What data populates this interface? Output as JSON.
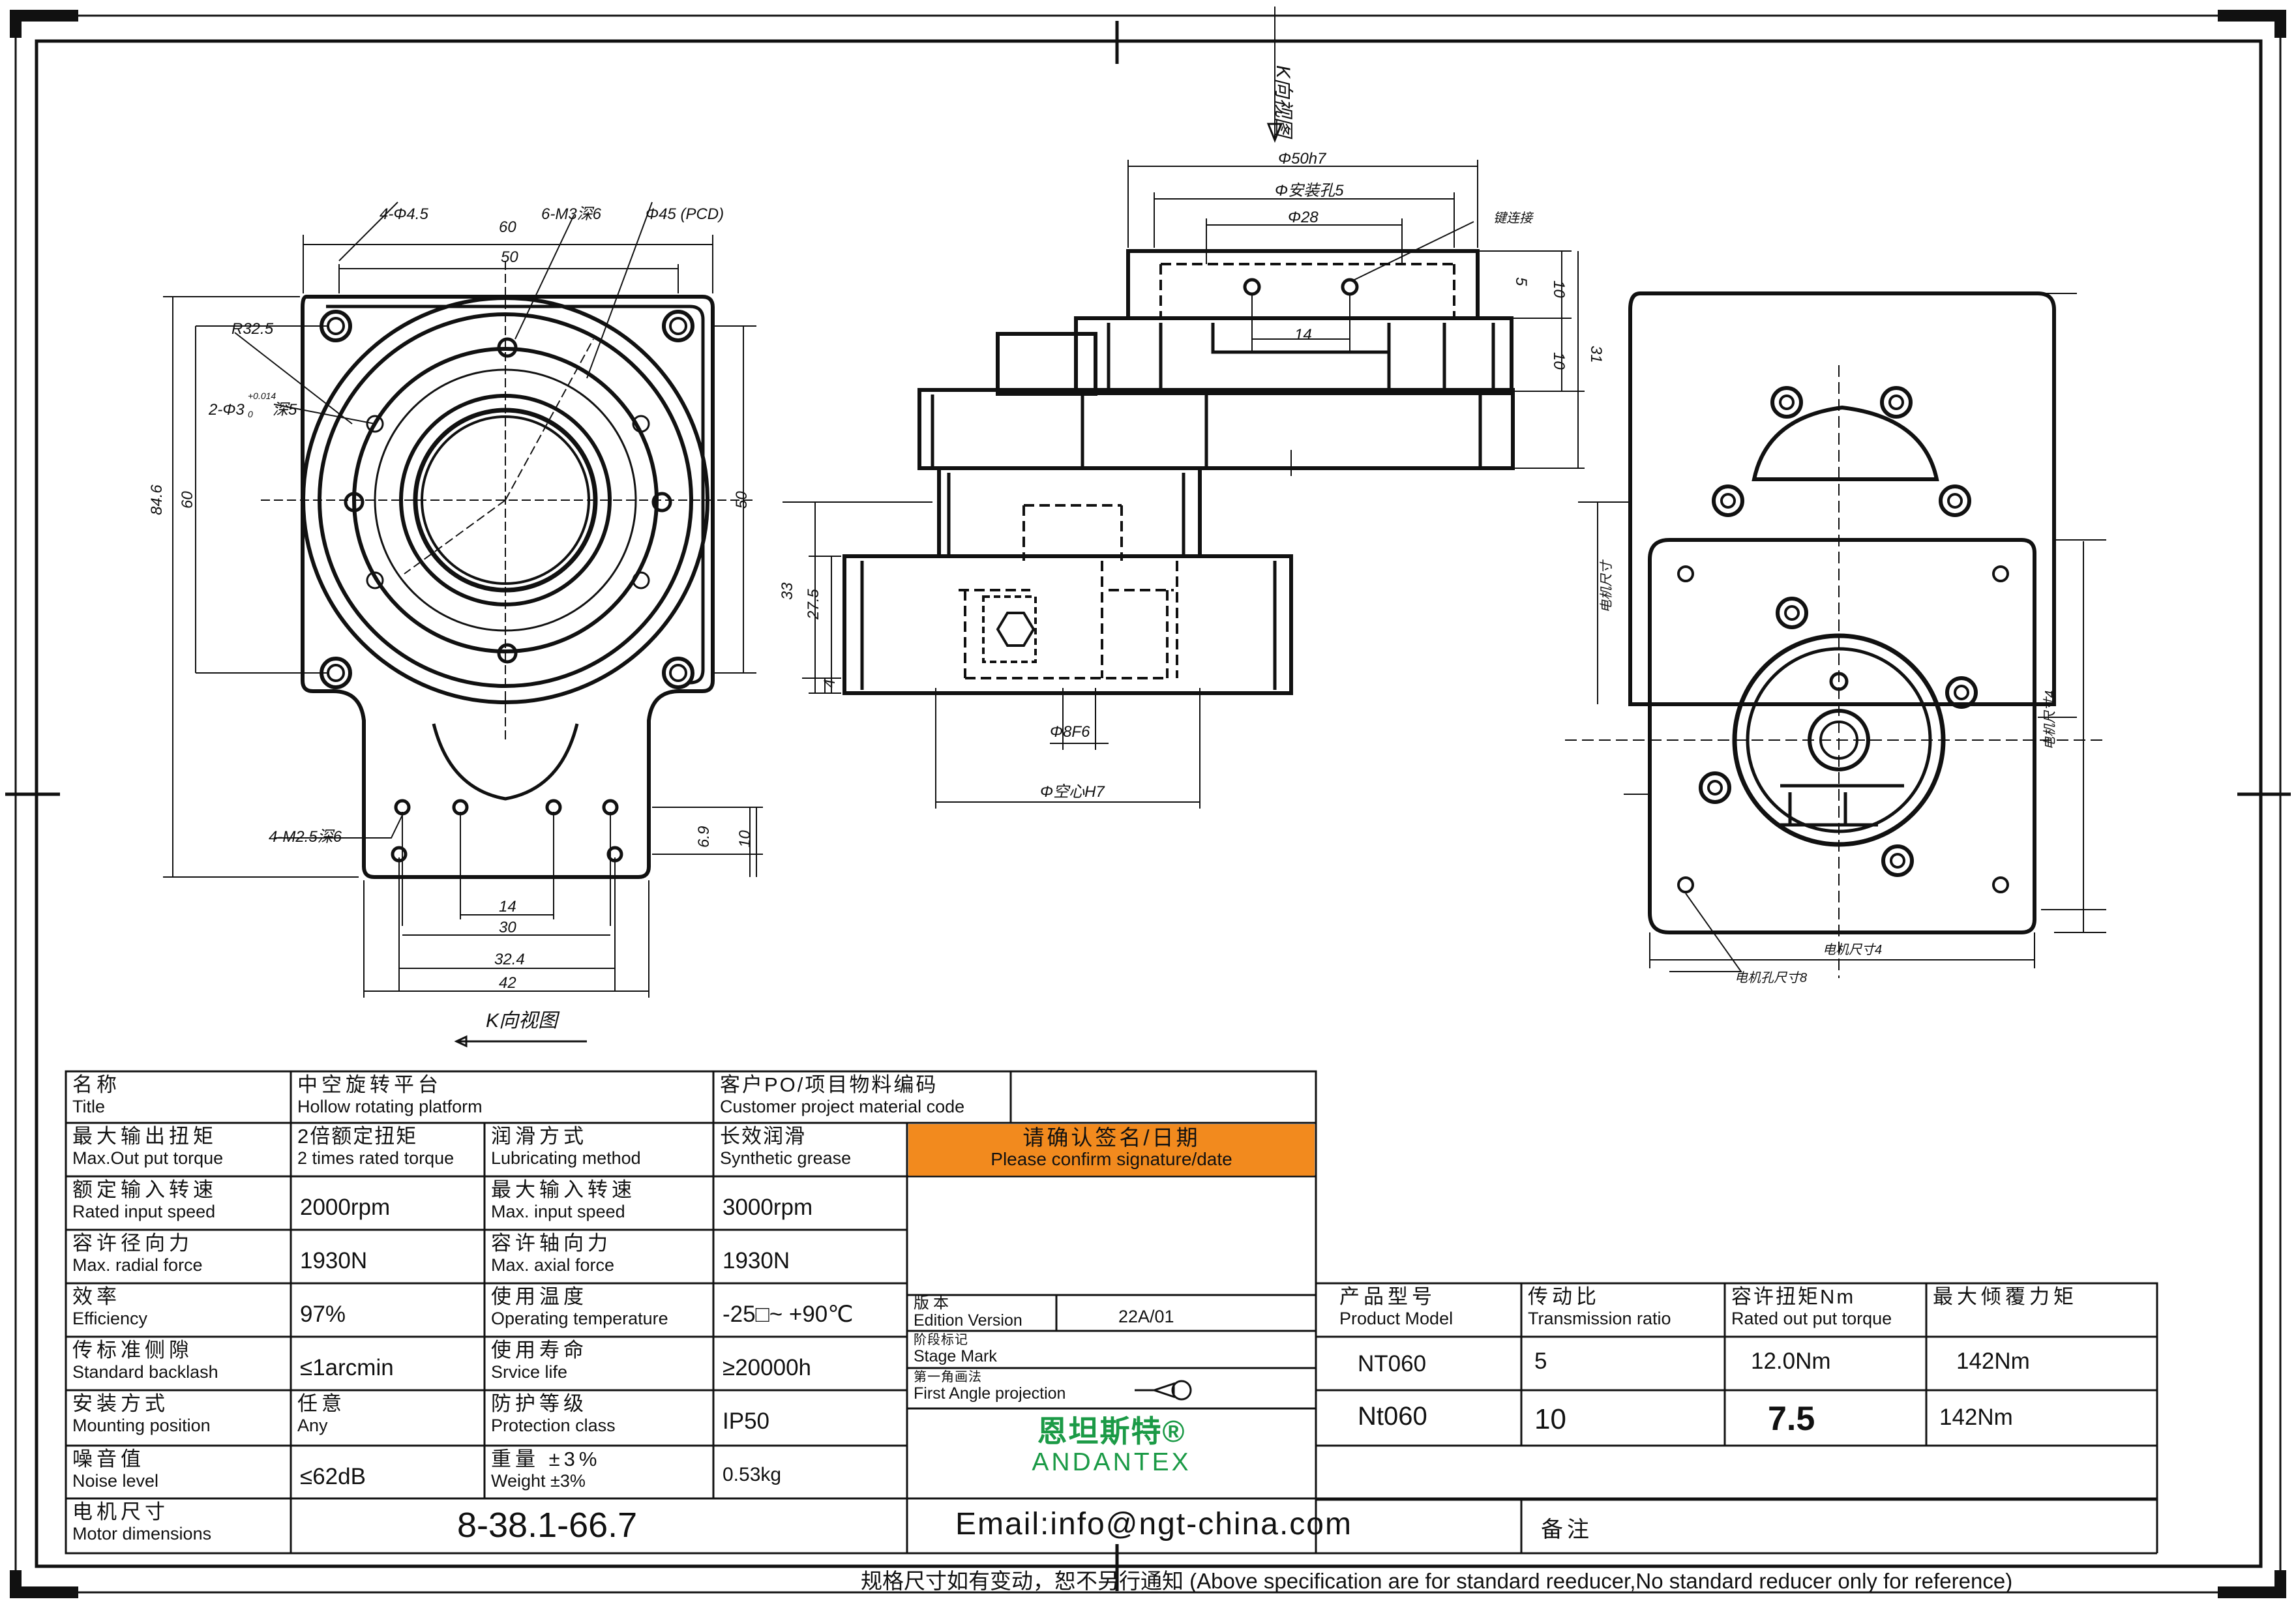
{
  "drawing": {
    "left_view": {
      "callouts": [
        "4-Φ4.5",
        "6-M3深6",
        "Φ45 (PCD)",
        "R32.5",
        "2-Φ3",
        "+0.014",
        "0",
        "深5",
        "4-M2.5深6"
      ],
      "dims": [
        "60",
        "50",
        "84.6",
        "60",
        "50",
        "14",
        "30",
        "32.4",
        "42",
        "6.9",
        "10"
      ],
      "view_label": "K向视图"
    },
    "middle_view": {
      "dims": [
        "Φ50h7",
        "Φ安装孔5",
        "Φ28",
        "5",
        "10",
        "14",
        "31",
        "10",
        "33",
        "27.5",
        "4",
        "Φ8F6",
        "Φ空心H7"
      ],
      "callouts": [
        "键连接",
        "Φ8F6",
        "Φ空心H7"
      ],
      "view_label": "K向视图"
    },
    "right_view": {
      "dims": [
        "电机尺寸",
        "电机尺寸4",
        "电机尺寸4"
      ],
      "callouts": [
        "电机孔尺寸8"
      ]
    }
  },
  "spec_table": {
    "title_label_cn": "名称",
    "title_label_en": "Title",
    "title_cn": "中空旋转平台",
    "title_en": "Hollow rotating platform",
    "customer_cn": "客户PO/项目物料编码",
    "customer_en": "Customer project material code",
    "rows": [
      {
        "l_cn": "最大输出扭矩",
        "l_en": "Max.Out put torque",
        "v_cn": "2倍额定扭矩",
        "v_en": "2 times rated torque",
        "l2_cn": "润滑方式",
        "l2_en": "Lubricating method",
        "v2_cn": "长效润滑",
        "v2_en": "Synthetic grease"
      },
      {
        "l_cn": "额定输入转速",
        "l_en": "Rated input speed",
        "v": "2000rpm",
        "l2_cn": "最大输入转速",
        "l2_en": "Max. input speed",
        "v2": "3000rpm"
      },
      {
        "l_cn": "容许径向力",
        "l_en": "Max. radial force",
        "v": "1930N",
        "l2_cn": "容许轴向力",
        "l2_en": "Max. axial force",
        "v2": "1930N"
      },
      {
        "l_cn": "效率",
        "l_en": "Efficiency",
        "v": "97%",
        "l2_cn": "使用温度",
        "l2_en": "Operating temperature",
        "v2": "-25□~ +90℃"
      },
      {
        "l_cn": "传标准侧隙",
        "l_en": "Standard backlash",
        "v": "≤1arcmin",
        "l2_cn": "使用寿命",
        "l2_en": "Srvice life",
        "v2": "≥20000h"
      },
      {
        "l_cn": "安装方式",
        "l_en": "Mounting position",
        "v_cn": "任意",
        "v_en": "Any",
        "l2_cn": "防护等级",
        "l2_en": "Protection class",
        "v2": "IP50"
      },
      {
        "l_cn": "噪音值",
        "l_en": "Noise level",
        "v": "≤62dB",
        "l2_cn": "重量 ±3%",
        "l2_en": "Weight ±3%",
        "v2": "0.53kg"
      }
    ],
    "motor_cn": "电机尺寸",
    "motor_en": "Motor dimensions",
    "motor_value": "8-38.1-66.7",
    "confirm_cn": "请确认签名/日期",
    "confirm_en": "Please confirm signature/date",
    "edition_cn": "版本",
    "edition_en": "Edition Version",
    "edition_value": "22A/01",
    "stage_cn": "阶段标记",
    "stage_en": "Stage Mark",
    "proj_cn": "第一角画法",
    "proj_en": "First Angle projection",
    "brand_cn": "恩坦斯特®",
    "brand_en": "ANDANTEX",
    "email": "Email:info@ngt-china.com",
    "notes_cn": "备注"
  },
  "model_table": {
    "headers": [
      {
        "cn": "产品型号",
        "en": "Product Model"
      },
      {
        "cn": "传动比",
        "en": "Transmission ratio"
      },
      {
        "cn": "容许扭矩Nm",
        "en": "Rated out put torque"
      },
      {
        "cn": "最大倾覆力矩",
        "en": ""
      }
    ],
    "rows": [
      [
        "NT060",
        "5",
        "12.0Nm",
        "142Nm"
      ],
      [
        "Nt060",
        "10",
        "7.5",
        "142Nm"
      ]
    ]
  },
  "footer": "规格尺寸如有变动，恕不另行通知   (Above specification are for standard reeducer,No standard reducer only for reference)",
  "colors": {
    "accent": "#f28a1e",
    "brand": "#1b9a46",
    "line": "#111111"
  }
}
